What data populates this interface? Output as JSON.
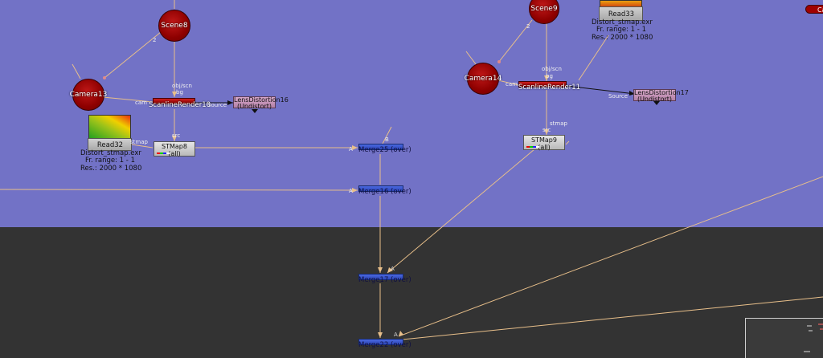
{
  "app": {
    "view": "node-graph"
  },
  "nodes": {
    "scene8": {
      "label": "Scene8"
    },
    "scene9": {
      "label": "Scene9"
    },
    "camera13": {
      "label": "Camera13"
    },
    "camera14": {
      "label": "Camera14"
    },
    "scanline10": {
      "label": "ScanlineRender10"
    },
    "scanline11": {
      "label": "ScanlineRender11"
    },
    "lens16": {
      "line1": "LensDistortion16",
      "line2": "(Undistort)"
    },
    "lens17": {
      "line1": "LensDistortion17",
      "line2": "(Undistort)"
    },
    "stmap8": {
      "line1": "STMap8",
      "line2": "(all)"
    },
    "stmap9": {
      "line1": "STMap9",
      "line2": "(all)"
    },
    "read32": {
      "title": "Read32",
      "file": "Distort_stmap.exr",
      "range": "Fr. range: 1 - 1",
      "res": "Res.: 2000 * 1080"
    },
    "read33": {
      "title": "Read33",
      "file": "Distort_stmap.exr",
      "range": "Fr. range: 1 - 1",
      "res": "Res.: 2000 * 1080"
    },
    "merge25": {
      "label": "Merge25 (over)"
    },
    "merge16": {
      "label": "Merge16 (over)"
    },
    "merge17": {
      "label": "Merge17 (over)"
    },
    "merge22": {
      "label": "Merge22 (over)"
    },
    "corner": {
      "label": "Ca"
    }
  },
  "ports": {
    "n2": "2",
    "obj_scn": "obj/scn",
    "bg": "bg",
    "cam": "cam",
    "source": "Source",
    "src": "src",
    "stmap": "stmap",
    "A": "A",
    "B": "B"
  },
  "colors": {
    "backdrop": "#7272c6",
    "canvas": "#333333",
    "wire": "#e8bf8a",
    "scene_node": "#8e0000",
    "merge_node": "#3a58d0",
    "lens_node": "#c394b8",
    "stmap_node": "#d0d0d0"
  }
}
